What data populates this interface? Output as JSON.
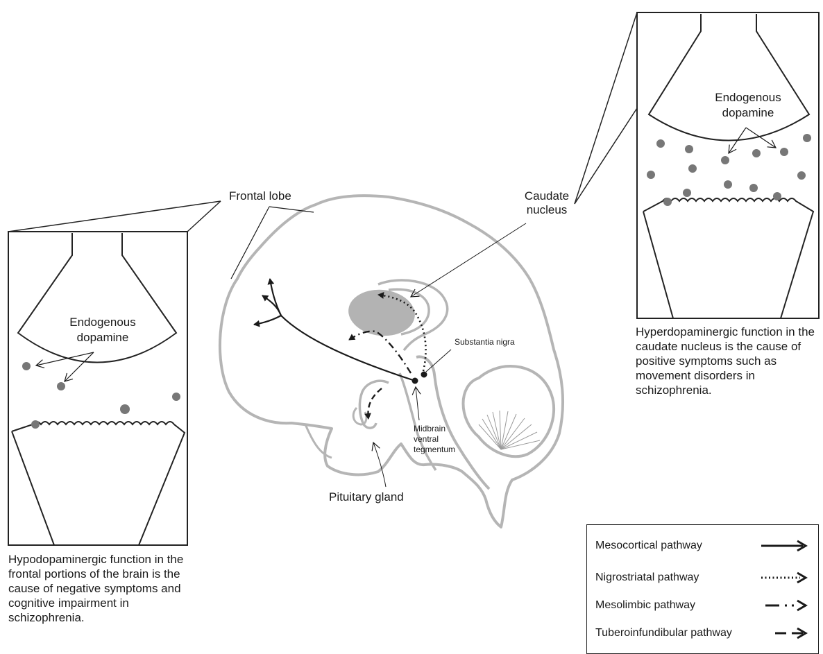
{
  "labels": {
    "frontal_lobe": "Frontal lobe",
    "caudate_line1": "Caudate",
    "caudate_line2": "nucleus",
    "substantia_nigra": "Substantia nigra",
    "midbrain_line1": "Midbrain",
    "midbrain_line2": "ventral",
    "midbrain_line3": "tegmentum",
    "pituitary": "Pituitary gland"
  },
  "left_synapse": {
    "label_line1": "Endogenous",
    "label_line2": "dopamine",
    "caption": "Hypodopaminergic function in the frontal portions of the brain is the cause of negative symptoms and cognitive impairment in schizophrenia."
  },
  "right_synapse": {
    "label_line1": "Endogenous",
    "label_line2": "dopamine",
    "caption": "Hyperdopaminergic function in the caudate nucleus is the cause of positive symptoms such as movement disorders in schizophrenia."
  },
  "legend": [
    {
      "label": "Mesocortical pathway",
      "style": "solid"
    },
    {
      "label": "Nigrostriatal pathway",
      "style": "dotted"
    },
    {
      "label": "Mesolimbic pathway",
      "style": "dash-dot"
    },
    {
      "label": "Tuberoinfundibular pathway",
      "style": "dashed"
    }
  ],
  "colors": {
    "brain_outline": "#b5b5b5",
    "caudate_fill": "#b3b3b3",
    "dopamine_dot": "#777777",
    "ink": "#1a1a1a"
  }
}
